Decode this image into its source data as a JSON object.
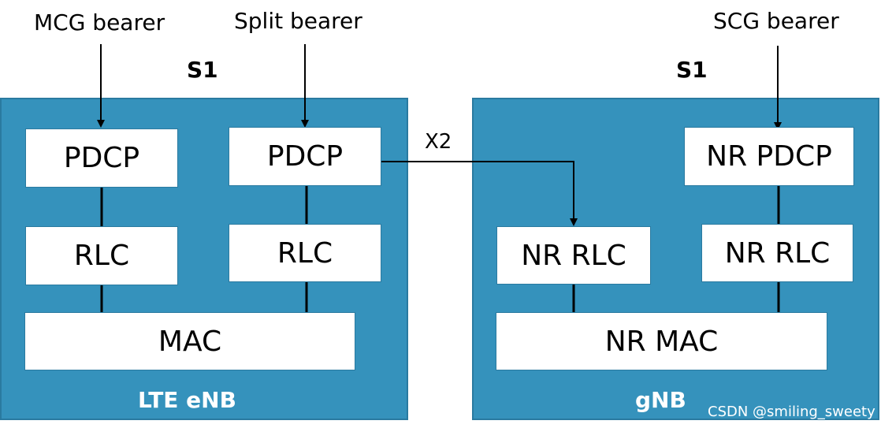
{
  "bearers": {
    "mcg": "MCG bearer",
    "split": "Split bearer",
    "scg": "SCG bearer"
  },
  "interfaces": {
    "s1_left": "S1",
    "s1_right": "S1",
    "x2": "X2"
  },
  "lte_enb": {
    "name": "LTE eNB",
    "mcg_stack": {
      "pdcp": "PDCP",
      "rlc": "RLC"
    },
    "split_stack": {
      "pdcp": "PDCP",
      "rlc": "RLC"
    },
    "mac": "MAC"
  },
  "gnb": {
    "name": "gNB",
    "split_stack": {
      "rlc": "NR RLC"
    },
    "scg_stack": {
      "pdcp": "NR PDCP",
      "rlc": "NR RLC"
    },
    "mac": "NR MAC"
  },
  "watermark": "CSDN @smiling_sweety",
  "colors": {
    "node_fill": "#3592bc",
    "box_fill": "#ffffff",
    "line": "#000000"
  }
}
